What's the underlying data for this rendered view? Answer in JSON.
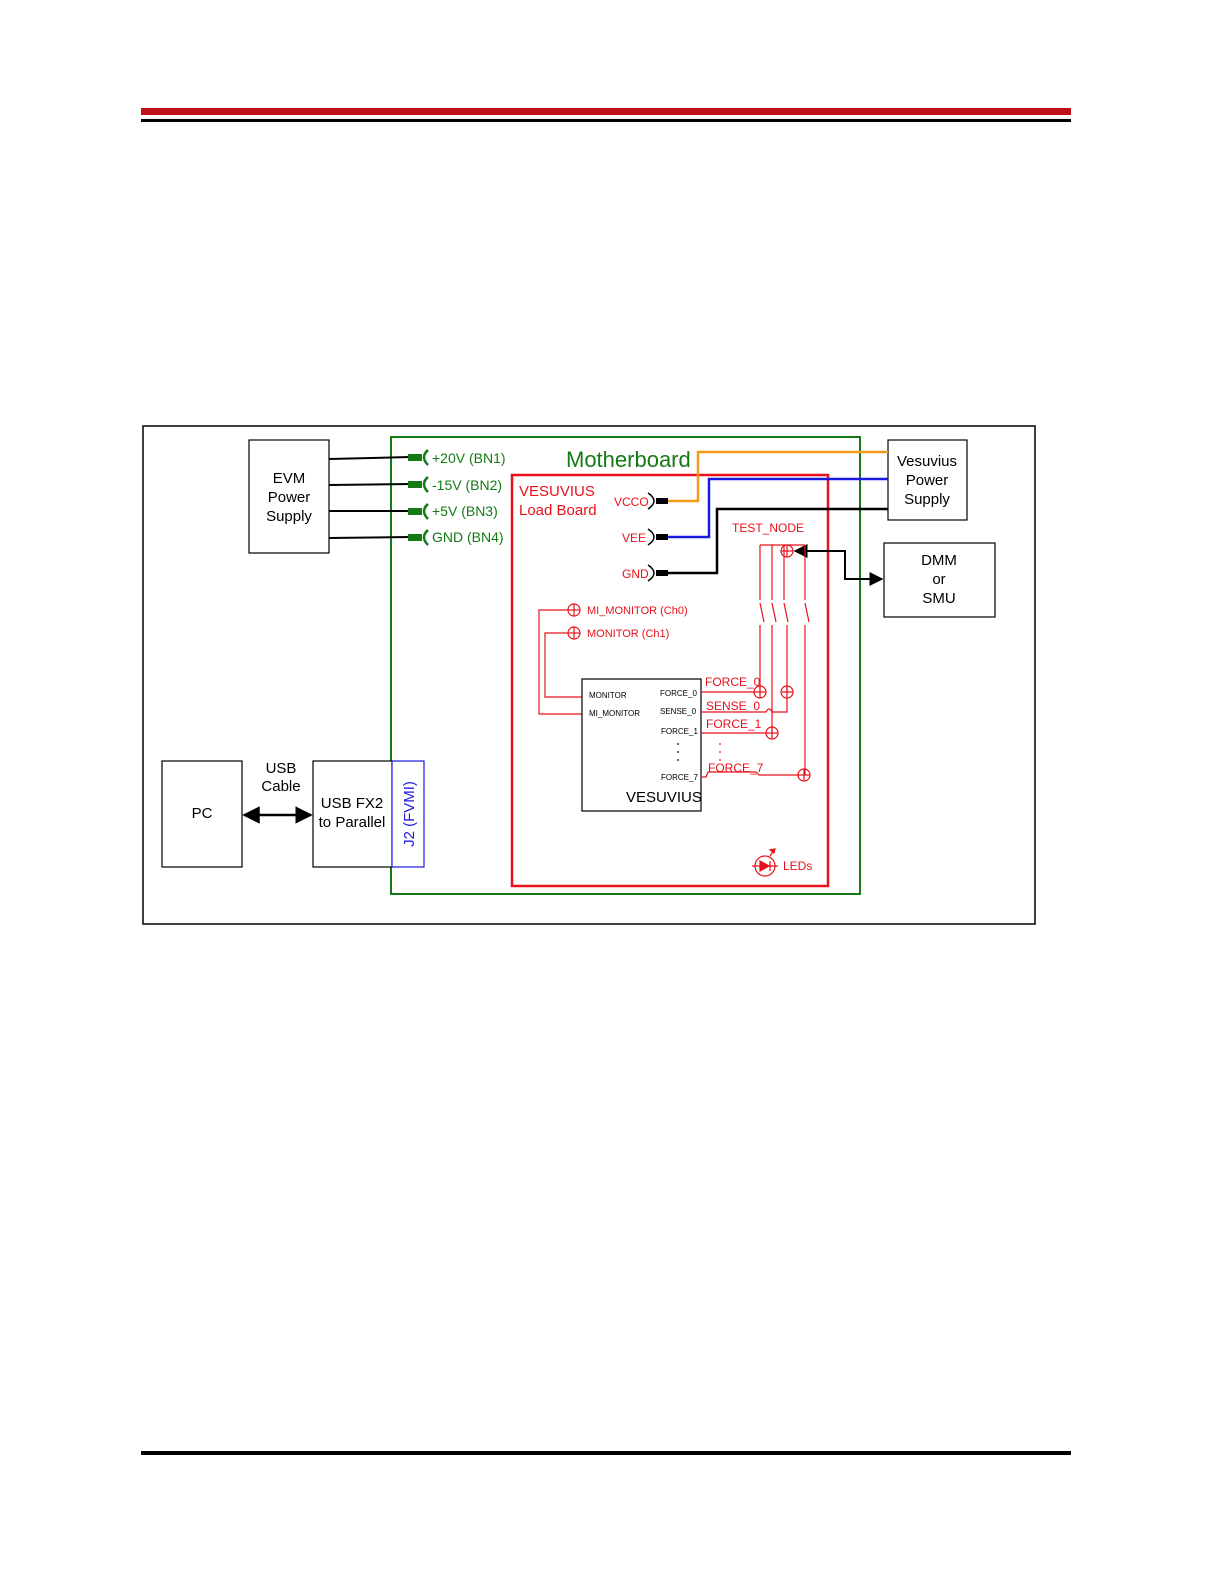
{
  "colors": {
    "header_red": "#c0101a",
    "motherboard_green": "#147a14",
    "loadboard_red": "#e8101a",
    "vcco_orange": "#f29a1e",
    "vee_blue": "#1a1ae0",
    "j2_blue": "#1a1ae0",
    "black": "#000000"
  },
  "diagram": {
    "motherboard_label": "Motherboard",
    "loadboard_label": [
      "VESUVIUS",
      "Load Board"
    ],
    "evm_power_supply": [
      "EVM",
      "Power",
      "Supply"
    ],
    "vesuvius_power_supply": [
      "Vesuvius",
      "Power",
      "Supply"
    ],
    "dmm": [
      "DMM",
      "or",
      "SMU"
    ],
    "pc": "PC",
    "usb_cable": [
      "USB",
      "Cable"
    ],
    "usb_fx2": [
      "USB FX2",
      "to Parallel"
    ],
    "j2": "J2 (FVMI)",
    "banana_jacks": [
      "+20V (BN1)",
      "-15V (BN2)",
      "+5V (BN3)",
      "GND (BN4)"
    ],
    "loadboard_supplies": [
      "VCCO",
      "VEE",
      "GND"
    ],
    "test_node": "TEST_NODE",
    "monitor_points": [
      "MI_MONITOR (Ch0)",
      "MONITOR (Ch1)"
    ],
    "chip": {
      "name": "VESUVIUS",
      "left_pins": [
        "MONITOR",
        "MI_MONITOR"
      ],
      "right_pins": [
        "FORCE_0",
        "SENSE_0",
        "FORCE_1",
        "FORCE_7"
      ]
    },
    "net_labels": [
      "FORCE_0",
      "SENSE_0",
      "FORCE_1",
      "FORCE_7"
    ],
    "leds": "LEDs"
  }
}
